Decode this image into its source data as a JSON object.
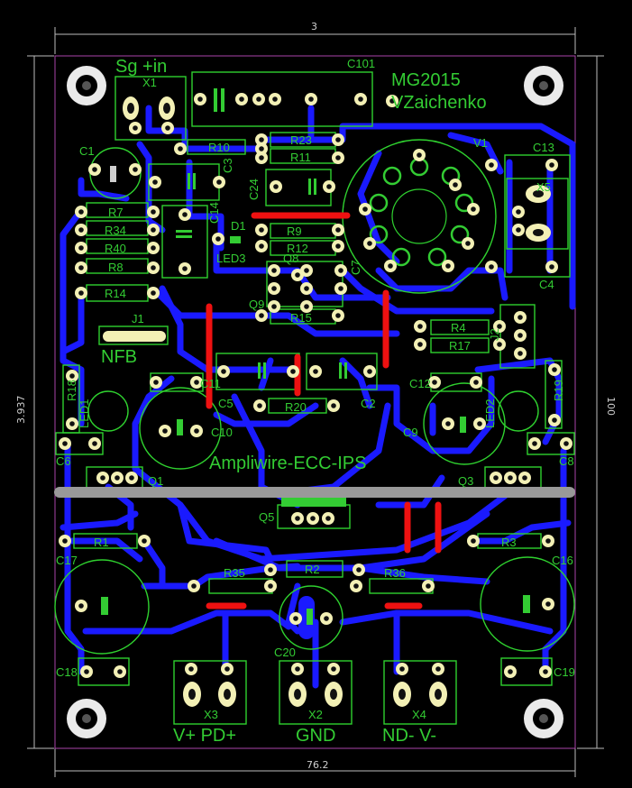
{
  "dimensions": {
    "top": "3",
    "left": "3.937",
    "right": "100",
    "bottom": "76.2"
  },
  "header": {
    "line1": "MG2015",
    "line2": "VZaichenko"
  },
  "board_title": "Ampliwire-ECC-IPS",
  "nfb": "NFB",
  "input_label": "Sg  +in",
  "terminals": {
    "x3": {
      "designator": "X3",
      "label": "V+  PD+"
    },
    "x2": {
      "designator": "X2",
      "label": "GND"
    },
    "x4": {
      "designator": "X4",
      "label": "ND-  V-"
    }
  },
  "refs": {
    "x1": "X1",
    "c101": "C101",
    "v1": "V1",
    "c13": "C13",
    "x5": "X5",
    "c4": "C4",
    "c1": "C1",
    "r10": "R10",
    "r23": "R23",
    "r11": "R11",
    "c3": "C3",
    "c24": "C24",
    "r7": "R7",
    "r34": "R34",
    "r40": "R40",
    "r8": "R8",
    "r14": "R14",
    "c14": "C14",
    "d1": "D1",
    "led3": "LED3",
    "q8": "Q8",
    "q9": "Q9",
    "r9": "R9",
    "r12": "R12",
    "c7": "C7",
    "r15": "R15",
    "j1": "J1",
    "r4": "R4",
    "r17": "R17",
    "j2": "J2",
    "r18": "R18",
    "led1": "LED1",
    "c11": "C11",
    "c5": "C5",
    "r20": "R20",
    "c2": "C2",
    "c12": "C12",
    "led2": "LED2",
    "r19": "R19",
    "c10": "C10",
    "c9": "C9",
    "c6": "C6",
    "c8": "C8",
    "q1": "Q1",
    "q3": "Q3",
    "q5": "Q5",
    "r1": "R1",
    "r3": "R3",
    "c17": "C17",
    "c16": "C16",
    "r35": "R35",
    "r2": "R2",
    "r36": "R36",
    "c18": "C18",
    "c19": "C19",
    "c20": "C20"
  },
  "colors": {
    "background": "#000000",
    "trace": "#1a1aff",
    "silkscreen": "#33cc33",
    "pad": "#f3f0b5",
    "jumper": "#ee1111",
    "heatsink_bar": "#999999",
    "board_edge": "#aa44aa"
  }
}
